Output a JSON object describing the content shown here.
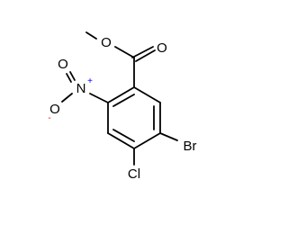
{
  "molecule": {
    "atoms": {
      "O_carbonyl": {
        "symbol": "O",
        "color": "#ff0000"
      },
      "O_ester": {
        "symbol": "O",
        "color": "#ff0000"
      },
      "N_nitro": {
        "symbol": "N",
        "charge": "+",
        "color": "#0000ff"
      },
      "O_nitro_double": {
        "symbol": "O",
        "color": "#ff0000"
      },
      "O_nitro_single": {
        "symbol": "O",
        "charge": "-",
        "color": "#ff0000"
      },
      "Br": {
        "symbol": "Br",
        "color": "#a52a2a"
      },
      "Cl": {
        "symbol": "Cl",
        "color": "#00a000"
      }
    }
  }
}
